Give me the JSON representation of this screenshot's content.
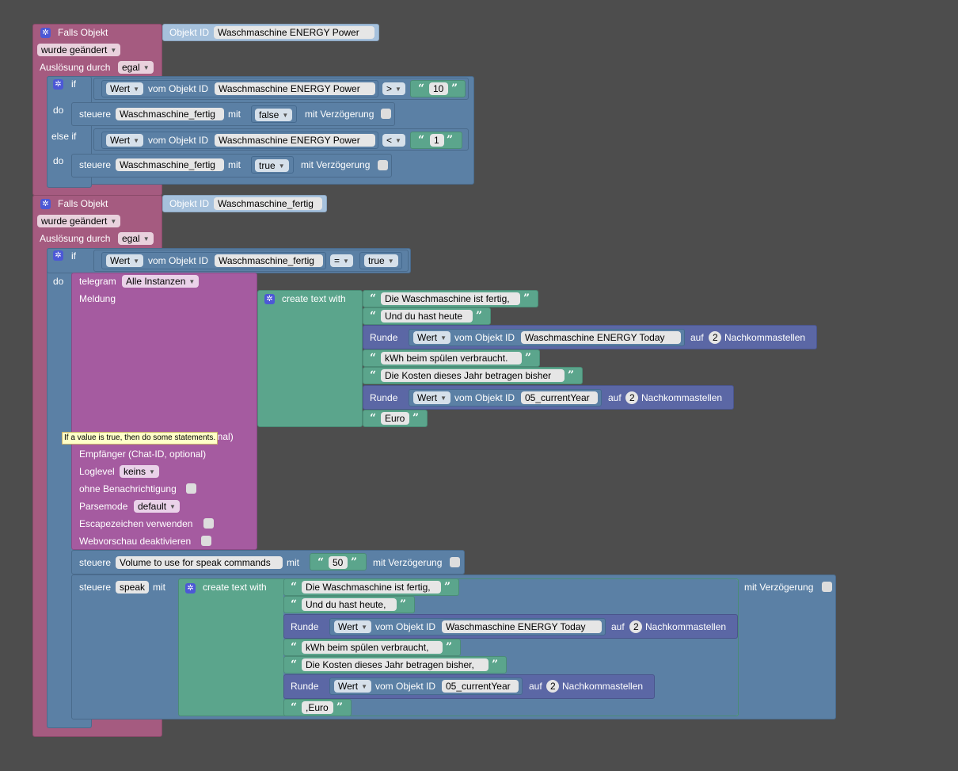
{
  "block1": {
    "event_label": "Falls Objekt",
    "object_id_label": "Objekt ID",
    "object_id": "Waschmaschine ENERGY Power",
    "changed_dropdown": "wurde geändert",
    "trigger_label": "Auslösung durch",
    "trigger_dropdown": "egal",
    "if_label": "if",
    "do_label": "do",
    "elseif_label": "else if",
    "cond1": {
      "value_dropdown": "Wert",
      "object_label": "vom Objekt ID",
      "object_id": "Waschmaschine ENERGY  Power",
      "operator": ">",
      "number": "10"
    },
    "action1": {
      "label": "steuere",
      "target": "Waschmaschine_fertig",
      "mit": "mit",
      "value": "false",
      "delay_label": "mit Verzögerung"
    },
    "cond2": {
      "value_dropdown": "Wert",
      "object_label": "vom Objekt ID",
      "object_id": "Waschmaschine ENERGY  Power",
      "operator": "<",
      "number": "1"
    },
    "action2": {
      "label": "steuere",
      "target": "Waschmaschine_fertig",
      "mit": "mit",
      "value": "true",
      "delay_label": "mit Verzögerung"
    }
  },
  "block2": {
    "event_label": "Falls Objekt",
    "object_id_label": "Objekt ID",
    "object_id": "Waschmaschine_fertig",
    "changed_dropdown": "wurde geändert",
    "trigger_label": "Auslösung durch",
    "trigger_dropdown": "egal",
    "if_label": "if",
    "do_label": "do",
    "cond": {
      "value_dropdown": "Wert",
      "object_label": "vom Objekt ID",
      "object_id": "Waschmaschine_fertig",
      "operator": "=",
      "value": "true"
    },
    "telegram": {
      "label": "telegram",
      "instance_dropdown": "Alle Instanzen",
      "message_label": "Meldung",
      "create_text_label": "create text with",
      "items": {
        "t1": "Die Waschmaschine ist fertig,",
        "t2": "Und du hast heute",
        "round1": {
          "label": "Runde",
          "value_dropdown": "Wert",
          "object_label": "vom Objekt ID",
          "object_id": "Waschmaschine ENERGY  Today",
          "auf": "auf",
          "digits": "2",
          "suffix": "Nachkommastellen"
        },
        "t3": "kWh beim spülen verbraucht.",
        "t4": "Die Kosten dieses Jahr betragen bisher",
        "round2": {
          "label": "Runde",
          "value_dropdown": "Wert",
          "object_label": "vom Objekt ID",
          "object_id": "05_currentYear",
          "auf": "auf",
          "digits": "2",
          "suffix": "Nachkommastellen"
        },
        "t5": "Euro"
      },
      "partial_label": "onal)",
      "recipient_label": "Empfänger (Chat-ID, optional)",
      "loglevel_label": "Loglevel",
      "loglevel_dropdown": "keins",
      "silent_label": "ohne Benachrichtigung",
      "parsemode_label": "Parsemode",
      "parsemode_dropdown": "default",
      "escape_label": "Escapezeichen verwenden",
      "webpreview_label": "Webvorschau deaktivieren"
    },
    "tooltip": "If a value is true, then do some statements.",
    "volume": {
      "label": "steuere",
      "target": "Volume to use for speak commands",
      "mit": "mit",
      "number": "50",
      "delay_label": "mit Verzögerung"
    },
    "speak": {
      "label": "steuere",
      "target": "speak",
      "mit": "mit",
      "delay_label": "mit Verzögerung",
      "create_text_label": "create text with",
      "items": {
        "t1": "Die Waschmaschine ist fertig,",
        "t2": "Und du hast heute,",
        "round1": {
          "label": "Runde",
          "value_dropdown": "Wert",
          "object_label": "vom Objekt ID",
          "object_id": "Waschmaschine ENERGY  Today",
          "auf": "auf",
          "digits": "2",
          "suffix": "Nachkommastellen"
        },
        "t3": "kWh beim spülen verbraucht,",
        "t4": "Die Kosten dieses Jahr betragen bisher,",
        "round2": {
          "label": "Runde",
          "value_dropdown": "Wert",
          "object_label": "vom Objekt ID",
          "object_id": "05_currentYear",
          "auf": "auf",
          "digits": "2",
          "suffix": "Nachkommastellen"
        },
        "t5": ",Euro"
      }
    }
  },
  "icons": {
    "gear": "gear-icon",
    "quote_open": "quote-open-icon",
    "quote_close": "quote-close-icon",
    "dropdown": "dropdown-arrow-icon"
  }
}
